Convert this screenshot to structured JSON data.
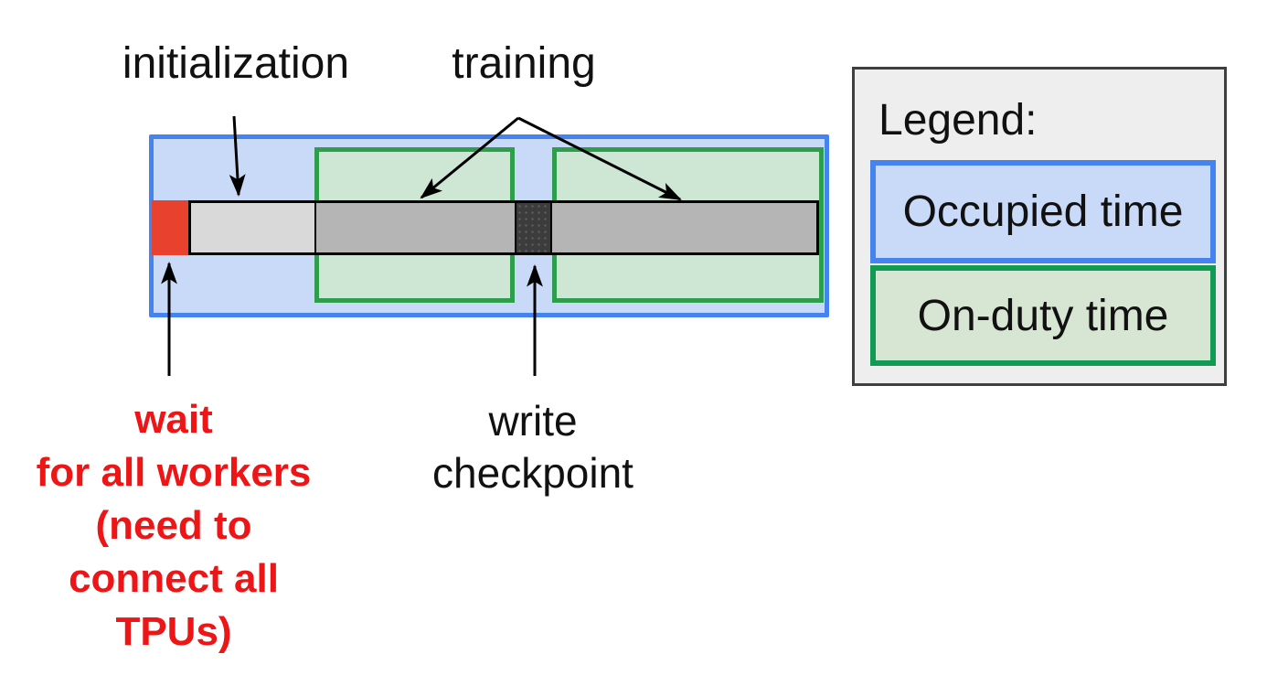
{
  "labels": {
    "initialization": "initialization",
    "training": "training",
    "wait_note": "wait\nfor all workers\n(need to\nconnect all\nTPUs)",
    "write_checkpoint": "write\ncheckpoint"
  },
  "legend": {
    "title": "Legend:",
    "items": [
      {
        "id": "occupied-time",
        "label": "Occupied time",
        "fill": "#c9daf8",
        "border": "#4583f1"
      },
      {
        "id": "on-duty-time",
        "label": "On-duty time",
        "fill": "#d6e6d3",
        "border": "#0f9b54"
      }
    ]
  },
  "timeline": {
    "segments": [
      {
        "id": "wait-for-workers",
        "color": "#e8422f"
      },
      {
        "id": "initialization",
        "color": "#d9d9d9"
      },
      {
        "id": "training-1",
        "color": "#b5b5b5"
      },
      {
        "id": "write-checkpoint",
        "color": "#3c3c3c"
      },
      {
        "id": "training-2",
        "color": "#b5b5b5"
      }
    ]
  },
  "colors": {
    "occupied_fill": "#c9daf8",
    "occupied_border": "#4583f1",
    "onduty_fill": "#cee7d4",
    "onduty_border": "#2e9e4d",
    "legend_onduty_fill": "#d6e6d3",
    "legend_onduty_border": "#0f9b54",
    "legend_bg": "#eeeeee",
    "legend_border": "#3f3f3f",
    "segment_wait": "#e8422f",
    "segment_init": "#d9d9d9",
    "segment_training": "#b5b5b5",
    "segment_checkpoint": "#3c3c3c",
    "note_red": "#ed1515",
    "arrow": "#000000"
  }
}
